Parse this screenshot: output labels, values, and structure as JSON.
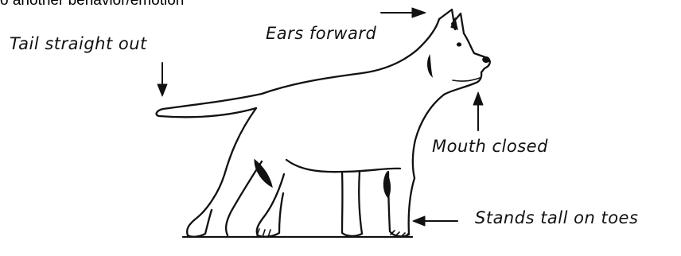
{
  "header": {
    "partial_text": "o another behavior/emotion"
  },
  "callouts": {
    "tail": "Tail straight out",
    "ears": "Ears forward",
    "mouth": "Mouth closed",
    "toes": "Stands tall on toes"
  },
  "colors": {
    "ink": "#111111",
    "background": "#ffffff"
  }
}
